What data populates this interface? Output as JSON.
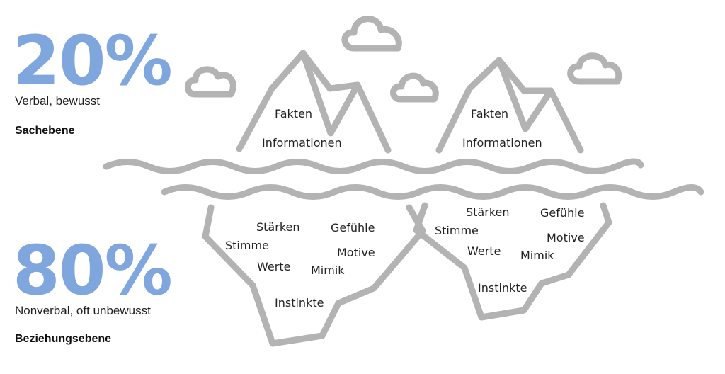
{
  "colors": {
    "accent": "#7fa7dd",
    "line": "#b3b3b3",
    "text": "#222222"
  },
  "top": {
    "percent": "20%",
    "description": "Verbal, bewusst",
    "level": "Sachebene"
  },
  "bottom": {
    "percent": "80%",
    "description": "Nonverbal, oft unbewusst",
    "level": "Beziehungsebene"
  },
  "icebergs": [
    {
      "above": [
        "Fakten",
        "Informationen"
      ],
      "below": [
        "Stärken",
        "Gefühle",
        "Stimme",
        "Motive",
        "Werte",
        "Mimik",
        "Instinkte"
      ]
    },
    {
      "above": [
        "Fakten",
        "Informationen"
      ],
      "below": [
        "Stärken",
        "Gefühle",
        "Stimme",
        "Motive",
        "Werte",
        "Mimik",
        "Instinkte"
      ]
    }
  ],
  "icons": [
    "cloud-icon",
    "mountain-peak-icon",
    "water-wave-icon",
    "iceberg-base-icon"
  ]
}
